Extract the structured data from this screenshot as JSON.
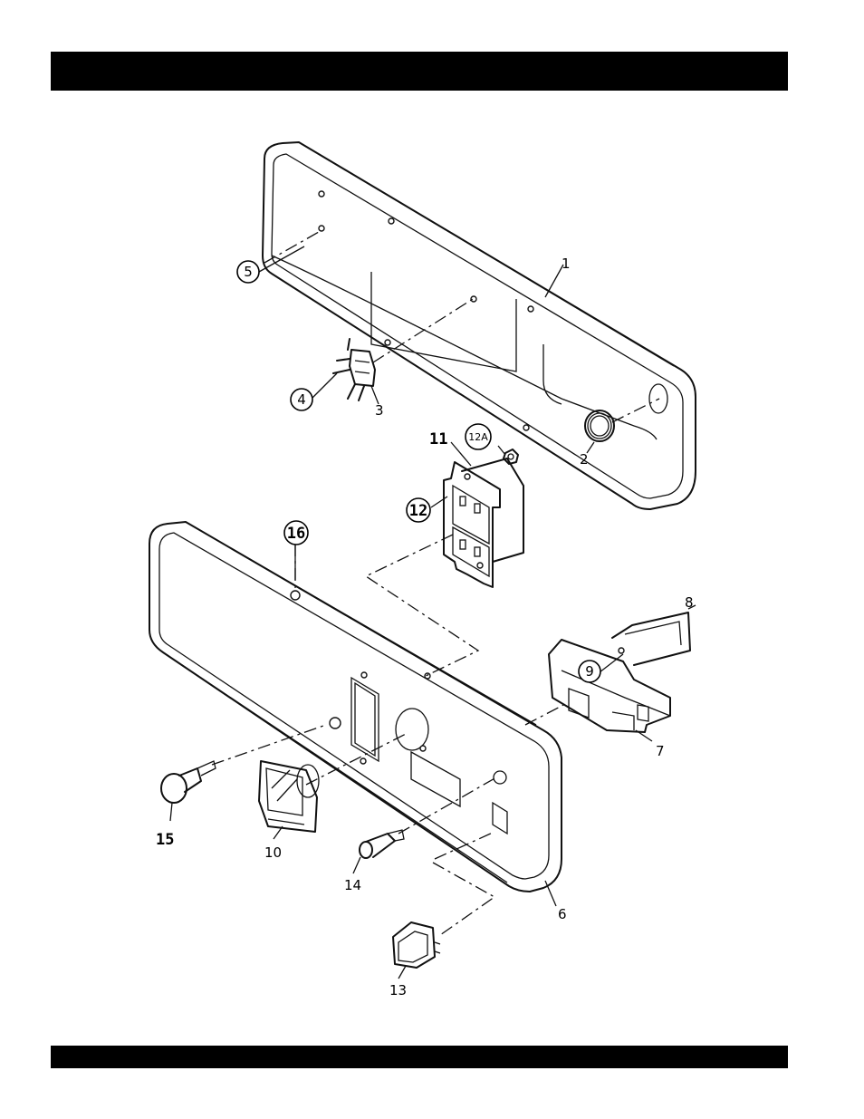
{
  "labels": {
    "p1": "1",
    "p2": "2",
    "p3": "3",
    "p4": "4",
    "p5": "5",
    "p6": "6",
    "p7": "7",
    "p8": "8",
    "p9": "9",
    "p10": "10",
    "p11": "11",
    "p12": "12",
    "p12a": "12A",
    "p13": "13",
    "p14": "14",
    "p15": "15",
    "p16": "16"
  }
}
